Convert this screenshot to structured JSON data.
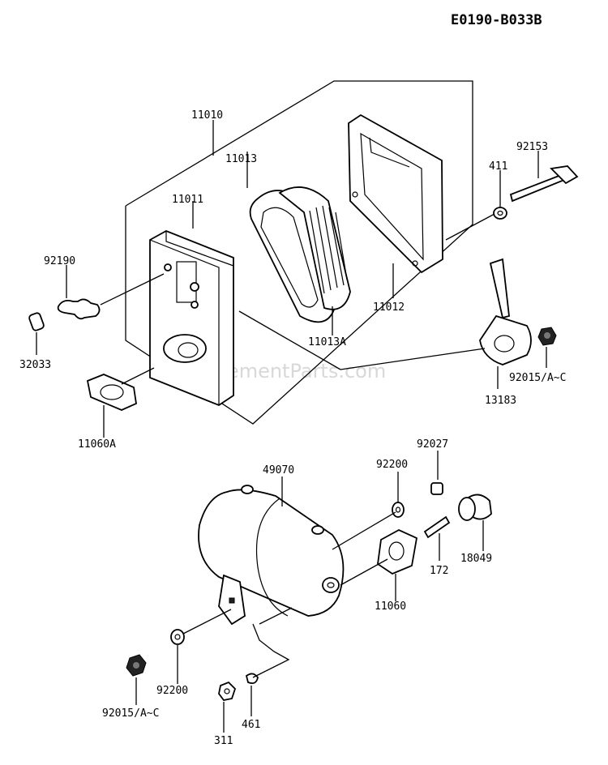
{
  "diagram_code": "E0190-B033B",
  "watermark": "eReplacementParts.com",
  "parts": {
    "p11010": "11010",
    "p11011": "11011",
    "p11013": "11013",
    "p11013A": "11013A",
    "p11012": "11012",
    "p92153": "92153",
    "p411": "411",
    "p92190": "92190",
    "p32033": "32033",
    "p11060A": "11060A",
    "p13183": "13183",
    "p92015_top": "92015/A~C",
    "p92027": "92027",
    "p92200_top": "92200",
    "p49070": "49070",
    "p18049": "18049",
    "p172": "172",
    "p11060": "11060",
    "p92200_bot": "92200",
    "p92015_bot": "92015/A~C",
    "p311": "311",
    "p461": "461"
  }
}
